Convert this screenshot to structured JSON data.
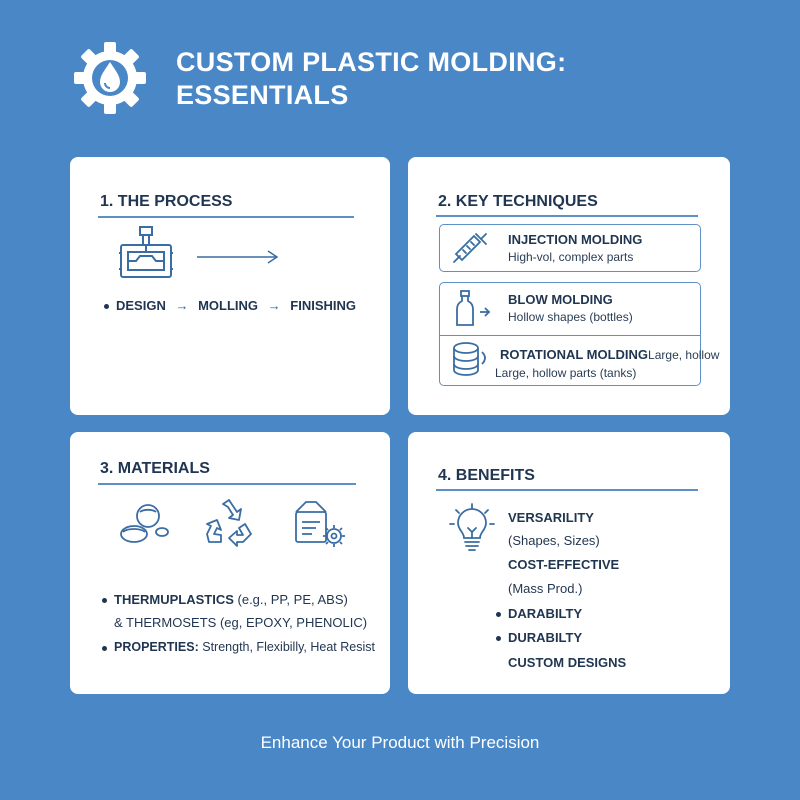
{
  "header": {
    "title_line1": "CUSTOM PLASTIC MOLDING:",
    "title_line2": "ESSENTIALS",
    "icon": "gear-droplet-icon"
  },
  "process": {
    "title": "1. THE PROCESS",
    "steps": [
      "DESIGN",
      "MOLLING",
      "FINISHING"
    ],
    "arrow": "→"
  },
  "techniques": {
    "title": "2. KEY TECHNIQUES",
    "items": [
      {
        "name": "INJECTION MOLDING",
        "desc": "High-vol, complex parts",
        "icon": "syringe-icon"
      },
      {
        "name": "BLOW MOLDING",
        "desc": "Hollow shapes (bottles)",
        "icon": "bottle-icon"
      },
      {
        "name": "ROTATIONAL MOLDING",
        "extra": "Large, hollow",
        "desc": "Large, hollow parts (tanks)",
        "icon": "tank-icon"
      }
    ]
  },
  "materials": {
    "title": "3. MATERIALS",
    "thermo_label": "THERMUPLASTICS",
    "thermo_rest": "(e.g., PP, PE, ABS)",
    "thermosets": "& THERMOSETS (eg, EPOXY, PHENOLIC)",
    "props_label": "PROPERTIES:",
    "props_rest": "Strength, Flexibilly, Heat Resist"
  },
  "benefits": {
    "title": "4. BENEFITS",
    "lines": [
      "VERSARILITY",
      "(Shapes, Sizes)",
      "COST-EFFECTIVE",
      "(Mass Prod.)",
      "DARABILTY",
      "DURABILTY",
      "CUSTOM DESIGNS"
    ]
  },
  "footer": {
    "text": "Enhance Your Product with Precision"
  },
  "colors": {
    "background": "#4a87c6",
    "card": "#ffffff",
    "accent": "#2e5f94"
  }
}
